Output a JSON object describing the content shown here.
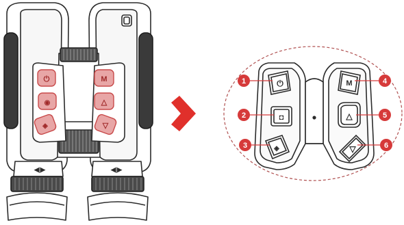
{
  "colors": {
    "outline": "#2b2b2b",
    "body": "#ffffff",
    "button_highlight": "#e8a6a6",
    "button_highlight_stroke": "#c84a4a",
    "callout": "#d63a3a",
    "arrow": "#e0302b",
    "dashed_ellipse": "#b05050"
  },
  "left_view": {
    "buttons": [
      {
        "icon": "power-icon",
        "glyph": "⏻"
      },
      {
        "icon": "camera-icon",
        "glyph": "◉"
      },
      {
        "icon": "settings-icon",
        "glyph": "◈"
      },
      {
        "icon": "menu-m-icon",
        "glyph": "M"
      },
      {
        "icon": "up-triangle-icon",
        "glyph": "△"
      },
      {
        "icon": "down-triangle-icon",
        "glyph": "▽"
      }
    ],
    "eyepiece_mark": "◀|▶"
  },
  "detail_view": {
    "buttons": [
      {
        "number": "1",
        "glyph": "⏻",
        "icon": "power-icon"
      },
      {
        "number": "2",
        "glyph": "◘",
        "icon": "camera-icon"
      },
      {
        "number": "3",
        "glyph": "◈",
        "icon": "settings-icon"
      },
      {
        "number": "4",
        "glyph": "M",
        "icon": "menu-m-icon"
      },
      {
        "number": "5",
        "glyph": "△",
        "icon": "up-triangle-icon"
      },
      {
        "number": "6",
        "glyph": "▽",
        "icon": "down-triangle-icon"
      }
    ]
  },
  "arrow": {
    "icon": "chevron-right-icon"
  }
}
